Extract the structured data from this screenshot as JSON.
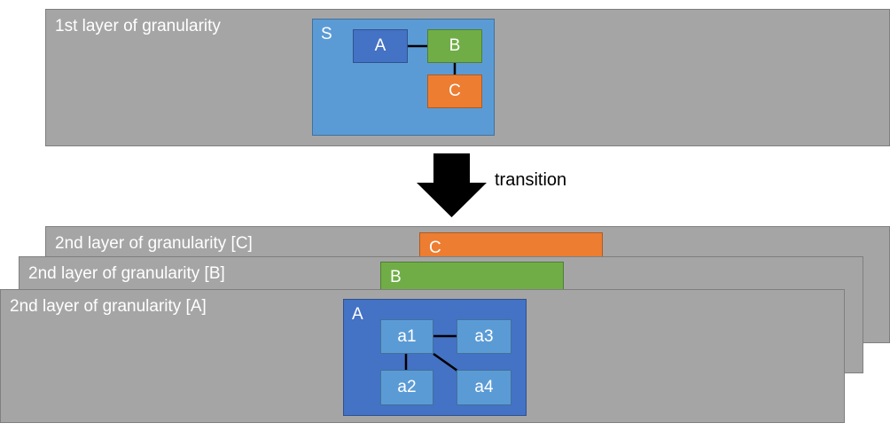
{
  "layer1": {
    "title": "1st layer of granularity",
    "system": {
      "label": "S",
      "nodes": {
        "a": "A",
        "b": "B",
        "c": "C"
      }
    }
  },
  "transition": {
    "label": "transition"
  },
  "layer2": {
    "c": {
      "title": "2nd layer of granularity [C]",
      "tab_label": "C"
    },
    "b": {
      "title": "2nd layer of granularity [B]",
      "tab_label": "B"
    },
    "a": {
      "title": "2nd layer of granularity [A]",
      "container_label": "A",
      "nodes": {
        "a1": "a1",
        "a2": "a2",
        "a3": "a3",
        "a4": "a4"
      }
    }
  },
  "colors": {
    "panel": "#a5a5a5",
    "light_blue": "#5b9bd5",
    "dark_blue": "#4472c4",
    "green": "#70ad47",
    "orange": "#ed7d31"
  }
}
